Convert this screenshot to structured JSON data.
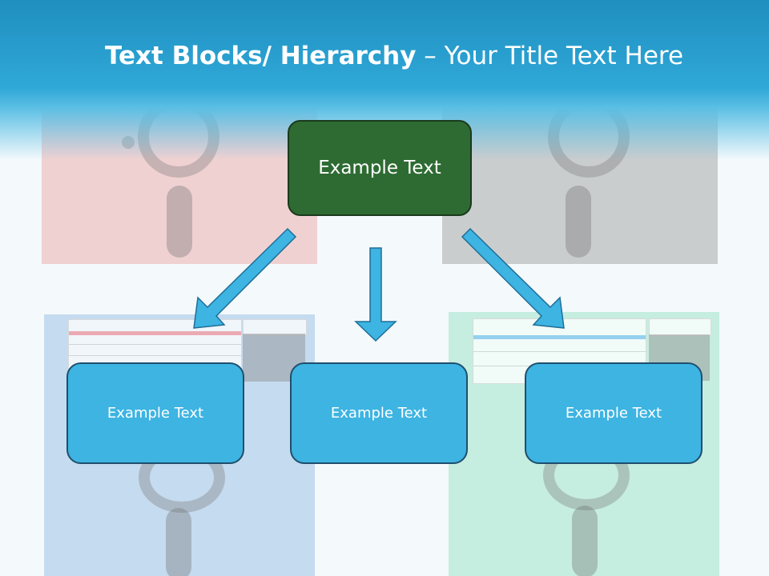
{
  "title": {
    "bold": "Text Blocks/ Hierarchy",
    "rest": " – Your Title Text Here"
  },
  "hierarchy": {
    "top": {
      "label": "Example Text"
    },
    "children": [
      {
        "label": "Example Text"
      },
      {
        "label": "Example Text"
      },
      {
        "label": "Example Text"
      }
    ]
  },
  "colors": {
    "top_fill": "#2e6b32",
    "child_fill": "#3db4e2",
    "arrow_fill": "#3db4e2",
    "arrow_stroke": "#1f6e98",
    "header": "#2fa8d8"
  },
  "background_icons": [
    "floppy-disk-red-icon",
    "floppy-disk-gray-icon",
    "floppy-disk-blue-icon",
    "floppy-disk-green-icon"
  ]
}
